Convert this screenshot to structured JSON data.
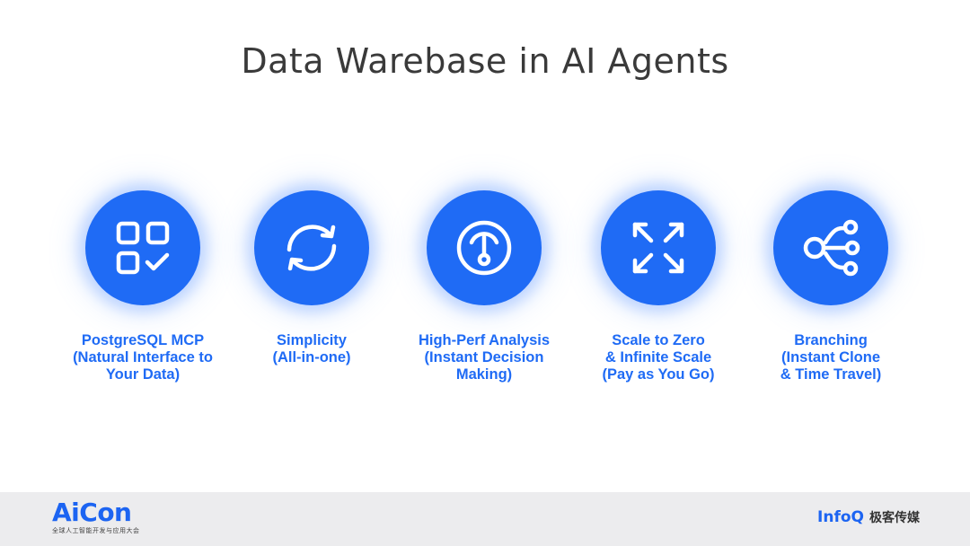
{
  "slide": {
    "title": "Data Warebase in AI Agents"
  },
  "features": [
    {
      "icon": "apps-grid-check-icon",
      "caption_lines": [
        "PostgreSQL MCP",
        "(Natural Interface to",
        "Your Data)"
      ]
    },
    {
      "icon": "refresh-cycle-icon",
      "caption_lines": [
        "Simplicity",
        "(All-in-one)"
      ]
    },
    {
      "icon": "speedometer-gauge-icon",
      "caption_lines": [
        "High-Perf Analysis",
        "(Instant Decision",
        "Making)"
      ]
    },
    {
      "icon": "expand-arrows-icon",
      "caption_lines": [
        "Scale to Zero",
        "& Infinite Scale",
        "(Pay as You Go)"
      ]
    },
    {
      "icon": "branching-graph-icon",
      "caption_lines": [
        "Branching",
        "(Instant Clone",
        "& Time Travel)"
      ]
    }
  ],
  "footer": {
    "left_logo_text": "AiCon",
    "left_logo_subtitle": "全球人工智能开发与应用大会",
    "right_logo_text": "InfoQ",
    "right_logo_cn": "极客传媒"
  },
  "colors": {
    "accent_blue": "#1f6bf5",
    "title_gray": "#3a3a3a",
    "footer_bg": "#ececee"
  }
}
